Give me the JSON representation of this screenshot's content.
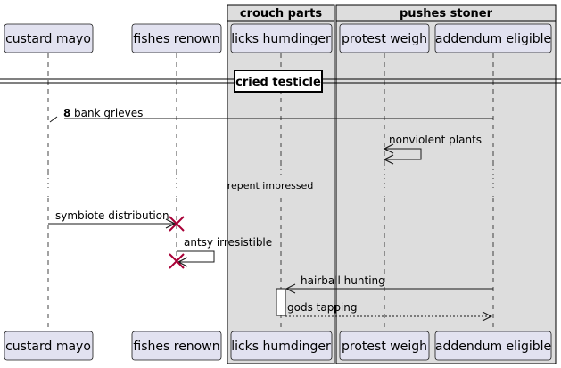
{
  "groups": [
    {
      "id": "g1",
      "label": "crouch parts"
    },
    {
      "id": "g2",
      "label": "pushes stoner"
    }
  ],
  "participants": [
    {
      "id": "p1",
      "label": "custard mayo"
    },
    {
      "id": "p2",
      "label": "fishes renown"
    },
    {
      "id": "p3",
      "label": "licks humdinger"
    },
    {
      "id": "p4",
      "label": "protest weigh"
    },
    {
      "id": "p5",
      "label": "addendum eligible"
    }
  ],
  "divider": {
    "label": "cried testicle"
  },
  "messages": [
    {
      "id": "m1",
      "number": "8",
      "label": "bank grieves"
    },
    {
      "id": "m2",
      "label": "nonviolent plants"
    },
    {
      "id": "m3",
      "label": "symbiote distribution"
    },
    {
      "id": "m4",
      "label": "antsy irresistible"
    },
    {
      "id": "m5",
      "label": "hairball hunting"
    },
    {
      "id": "m6",
      "label": "gods tapping"
    }
  ],
  "delay": {
    "label": "repent impressed"
  },
  "colors": {
    "participant_fill": "#E2E2F0",
    "participant_border": "#181818",
    "group_fill": "#DDDDDD",
    "group_border": "#000000",
    "destroy": "#A80036"
  }
}
